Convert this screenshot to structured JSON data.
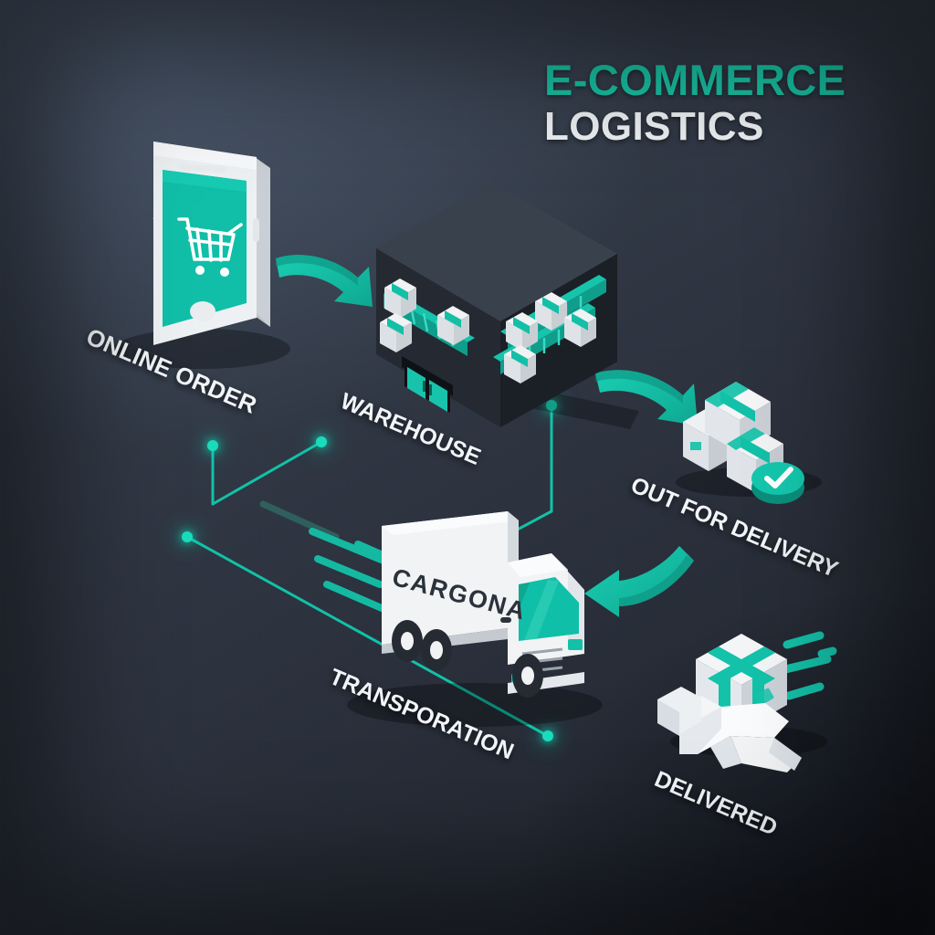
{
  "title": {
    "line1": "E-COMMERCE",
    "line2": "LOGISTICS",
    "line1_color": "#18c5a6",
    "line2_color": "#eef2f5"
  },
  "theme": {
    "accent_teal": "#11c2a8",
    "accent_teal_dark": "#0a8f7d",
    "background_dark": "#262b35",
    "background_light": "#3d4756",
    "white": "#f2f4f6",
    "label_color": "#f2f5f8"
  },
  "stages": [
    {
      "id": "online-order",
      "label": "ONLINE ORDER",
      "icon": "smartphone-cart-icon",
      "order": 1
    },
    {
      "id": "warehouse",
      "label": "WAREHOUSE",
      "icon": "warehouse-cube-icon",
      "order": 2
    },
    {
      "id": "out-for-delivery",
      "label": "OUT FOR DELIVERY",
      "icon": "packages-check-icon",
      "order": 3
    },
    {
      "id": "transportation",
      "label": "TRANSPORATION",
      "icon": "delivery-truck-icon",
      "order": 4
    },
    {
      "id": "delivered",
      "label": "DELIVERED",
      "icon": "hand-package-icon",
      "order": 5
    }
  ],
  "truck": {
    "brand": "CARGONA"
  },
  "arrows": [
    {
      "id": "arrow-order-to-warehouse",
      "direction": "right"
    },
    {
      "id": "arrow-warehouse-to-delivery",
      "direction": "right"
    },
    {
      "id": "arrow-delivery-to-transport",
      "direction": "left"
    }
  ],
  "badges": [
    {
      "id": "delivery-check-badge",
      "glyph": "check"
    }
  ],
  "network": {
    "node_count": 6,
    "line_color": "#11c2a8"
  }
}
